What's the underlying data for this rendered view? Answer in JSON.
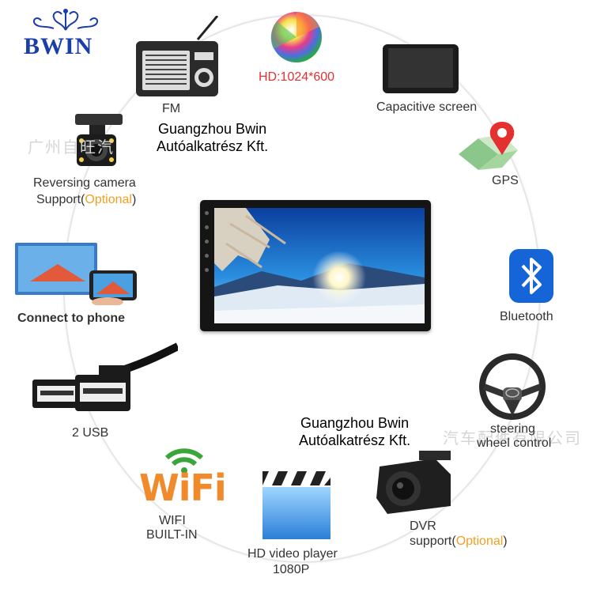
{
  "logo": {
    "brand": "BWIN"
  },
  "watermark": {
    "line1": "Guangzhou Bwin",
    "line2": "Autóalkatrész Kft.",
    "chinese_1": "广州自旺汽",
    "chinese_2": "汽车配件有限公司"
  },
  "center": {
    "device": "car multimedia screen"
  },
  "features": [
    {
      "id": "fm",
      "label": "FM"
    },
    {
      "id": "hd",
      "label": "HD:1024*600"
    },
    {
      "id": "capacitive",
      "label": "Capacitive screen"
    },
    {
      "id": "reversing",
      "label_line1": "Reversing camera",
      "label_line2_pre": "Support(",
      "label_line2_opt": "Optional",
      "label_line2_post": ")"
    },
    {
      "id": "gps",
      "label": "GPS"
    },
    {
      "id": "phone",
      "label": "Connect to phone"
    },
    {
      "id": "bluetooth",
      "label": "Bluetooth"
    },
    {
      "id": "usb",
      "label": "2 USB"
    },
    {
      "id": "steering",
      "label_line1": "steering",
      "label_line2": "wheel control"
    },
    {
      "id": "wifi",
      "label_line1": "WIFI",
      "label_line2": "BUILT-IN",
      "logo_text": "WiFi"
    },
    {
      "id": "hdvideo",
      "label_line1": "HD video player",
      "label_line2": "1080P"
    },
    {
      "id": "dvr",
      "label_line1": "DVR",
      "label_line2_pre": "support(",
      "label_line2_opt": "Optional",
      "label_line2_post": ")"
    }
  ],
  "colors": {
    "accent_optional": "#f0a020",
    "hd_label": "#e53030",
    "brand_blue": "#1a3fa8",
    "bluetooth_blue": "#1565d8"
  }
}
